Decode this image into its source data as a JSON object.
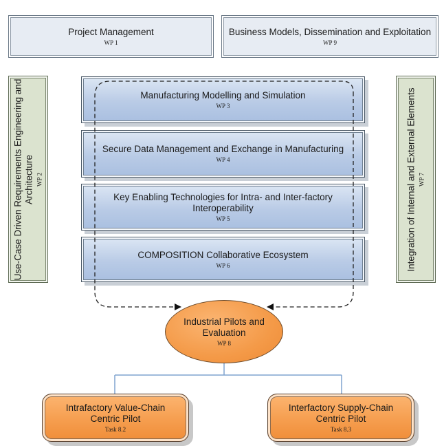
{
  "top": {
    "project_management": {
      "title": "Project Management",
      "wp": "WP 1"
    },
    "business_models": {
      "title": "Business Models, Dissemination and Exploitation",
      "wp": "WP 9"
    }
  },
  "side": {
    "left": {
      "title": "Use-Case Driven Requirements Engineering and Architecture",
      "wp": "WP 2"
    },
    "right": {
      "title": "Integration of Internal and External Elements",
      "wp": "WP 7"
    }
  },
  "work_packages": [
    {
      "title": "Manufacturing Modelling and Simulation",
      "wp": "WP 3"
    },
    {
      "title": "Secure Data Management and Exchange in Manufacturing",
      "wp": "WP 4"
    },
    {
      "title": "Key Enabling Technologies for Intra- and Inter-factory Interoperability",
      "wp": "WP 5"
    },
    {
      "title": "COMPOSITION Collaborative Ecosystem",
      "wp": "WP 6"
    }
  ],
  "pilots_evaluation": {
    "title": "Industrial Pilots and Evaluation",
    "wp": "WP 8"
  },
  "pilots": [
    {
      "title": "Intrafactory Value-Chain Centric Pilot",
      "task": "Task 8.2"
    },
    {
      "title": "Interfactory Supply-Chain Centric Pilot",
      "task": "Task 8.3"
    }
  ],
  "colors": {
    "wp_blue": "#b9cbe6",
    "side_green": "#dbe3cf",
    "pilot_orange": "#f59c4c",
    "connector_blue": "#7fa3cf"
  }
}
